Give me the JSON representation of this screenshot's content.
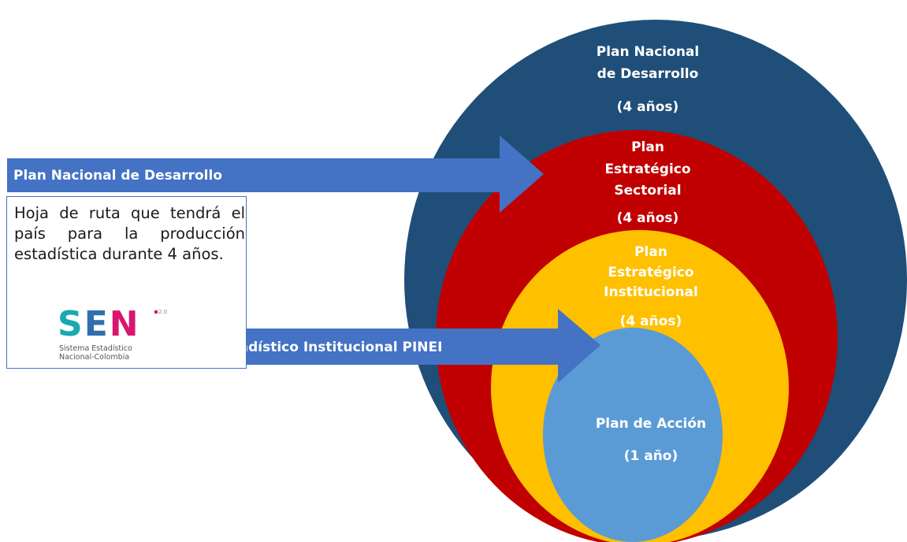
{
  "circles": {
    "outer": {
      "line1": "Plan Nacional",
      "line2": "de Desarrollo",
      "duration": "(4 años)",
      "color": "#1f4e79"
    },
    "sector": {
      "line1": "Plan",
      "line2": "Estratégico",
      "line3": "Sectorial",
      "duration": "(4 años)",
      "color": "#c00000"
    },
    "institutional": {
      "line1": "Plan",
      "line2": "Estratégico",
      "line3": "Institucional",
      "duration": "(4 años)",
      "color": "#ffc000"
    },
    "action": {
      "line1": "Plan de Acción",
      "duration": "(1 año)",
      "color": "#5b9bd5"
    }
  },
  "arrows": {
    "top_label": "Plan Nacional de Desarrollo",
    "bottom_label": "Plan Estadístico Institucional PINEI",
    "color": "#4472c4"
  },
  "description": {
    "text": "Hoja de ruta que tendrá el país para la producción estadística durante 4 años."
  },
  "logo": {
    "s": "S",
    "e": "E",
    "n": "N",
    "version": "2.0",
    "sub_line1": "Sistema Estadístico",
    "sub_line2": "Nacional-Colombia"
  }
}
